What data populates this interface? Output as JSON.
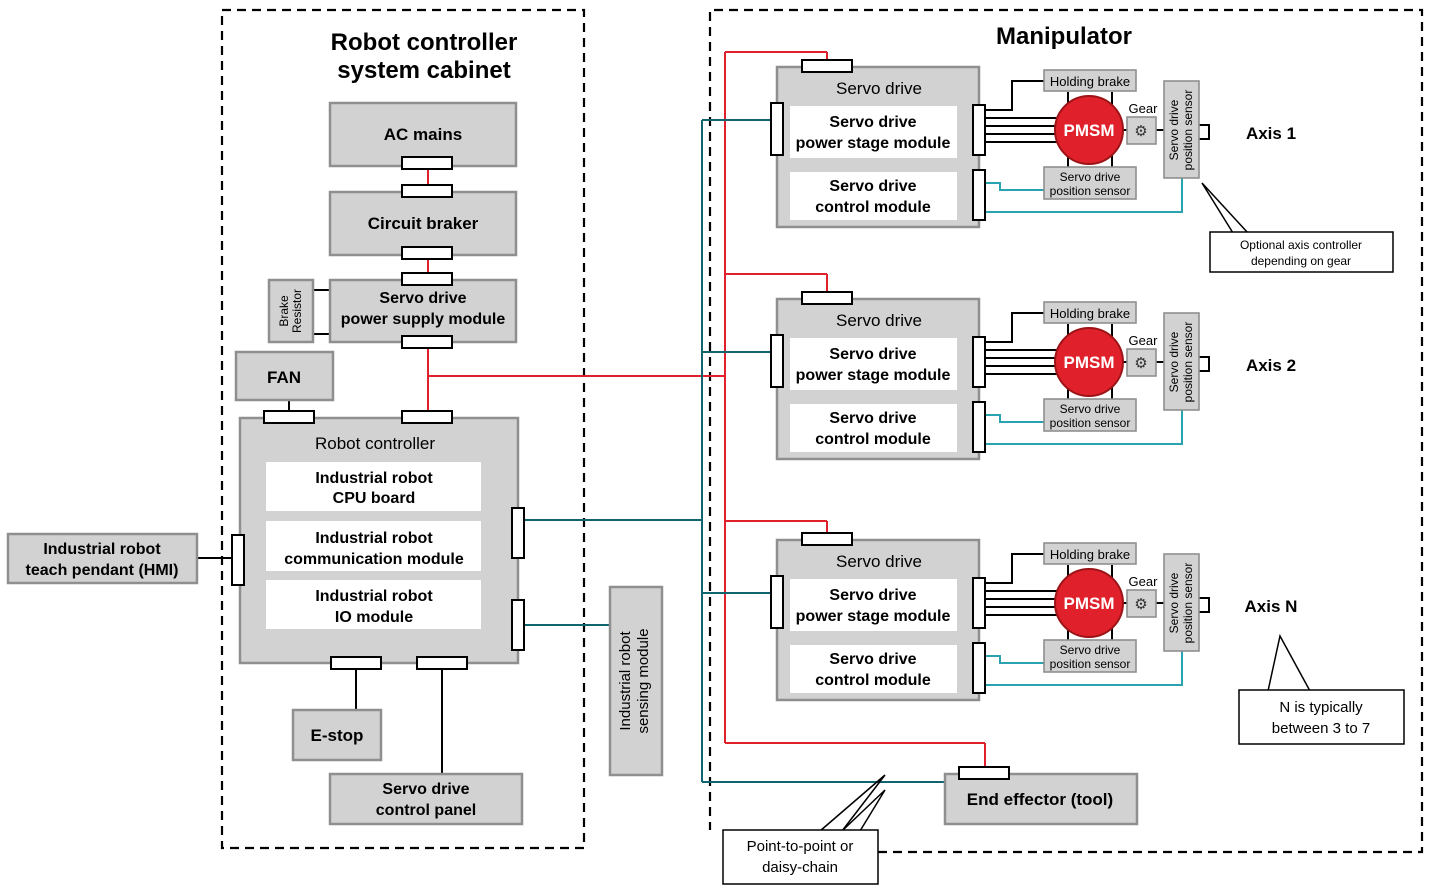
{
  "cabinet": {
    "title_line1": "Robot controller",
    "title_line2": "system cabinet",
    "ac_mains": "AC mains",
    "circuit_breaker": "Circuit braker",
    "brake_resistor_line1": "Brake",
    "brake_resistor_line2": "Resistor",
    "psu_line1": "Servo drive",
    "psu_line2": "power supply module",
    "fan": "FAN",
    "robot_controller": "Robot controller",
    "cpu_line1": "Industrial robot",
    "cpu_line2": "CPU board",
    "comm_line1": "Industrial robot",
    "comm_line2": "communication module",
    "io_line1": "Industrial robot",
    "io_line2": "IO module",
    "estop": "E-stop",
    "control_panel_line1": "Servo drive",
    "control_panel_line2": "control panel"
  },
  "teach_pendant": {
    "line1": "Industrial robot",
    "line2": "teach pendant (HMI)"
  },
  "sensing_module": {
    "line1": "Industrial robot",
    "line2": "sensing module"
  },
  "manipulator": {
    "title": "Manipulator",
    "axes": [
      {
        "servo_drive": "Servo drive",
        "power_line1": "Servo drive",
        "power_line2": "power stage module",
        "control_line1": "Servo drive",
        "control_line2": "control module",
        "holding_brake": "Holding brake",
        "motor": "PMSM",
        "gear": "Gear",
        "pos_sensor_line1": "Servo drive",
        "pos_sensor_line2": "position sensor",
        "axis_pos_line1": "Servo drive",
        "axis_pos_line2": "position sensor",
        "axis_label": "Axis 1"
      },
      {
        "servo_drive": "Servo drive",
        "power_line1": "Servo drive",
        "power_line2": "power stage module",
        "control_line1": "Servo drive",
        "control_line2": "control module",
        "holding_brake": "Holding brake",
        "motor": "PMSM",
        "gear": "Gear",
        "pos_sensor_line1": "Servo drive",
        "pos_sensor_line2": "position sensor",
        "axis_pos_line1": "Servo drive",
        "axis_pos_line2": "position sensor",
        "axis_label": "Axis 2"
      },
      {
        "servo_drive": "Servo drive",
        "power_line1": "Servo drive",
        "power_line2": "power stage module",
        "control_line1": "Servo drive",
        "control_line2": "control module",
        "holding_brake": "Holding brake",
        "motor": "PMSM",
        "gear": "Gear",
        "pos_sensor_line1": "Servo drive",
        "pos_sensor_line2": "position sensor",
        "axis_pos_line1": "Servo drive",
        "axis_pos_line2": "position sensor",
        "axis_label": "Axis N"
      }
    ],
    "end_effector": "End effector (tool)"
  },
  "callouts": {
    "optional_line1": "Optional axis controller",
    "optional_line2": "depending on gear",
    "n_line1": "N is typically",
    "n_line2": "between 3 to 7",
    "p2p_line1": "Point-to-point or",
    "p2p_line2": "daisy-chain"
  },
  "colors": {
    "power_line": "#e0202a",
    "comm_line": "#0f6470",
    "sensor_line": "#2aa3b0",
    "motor": "#e0202a",
    "block_fill": "#d2d2d2"
  }
}
